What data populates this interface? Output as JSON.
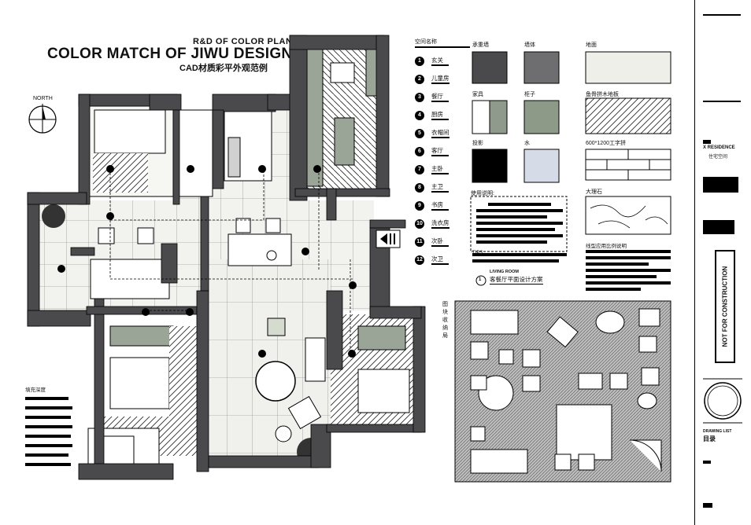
{
  "header": {
    "subtitle": "R&D OF COLOR PLAN",
    "title": "COLOR MATCH OF JIWU DESIGN",
    "subtitle_cn": "CAD材质彩平外观范例"
  },
  "north": {
    "label": "NORTH"
  },
  "room_legend": {
    "heading": "空间名称",
    "rooms": [
      {
        "num": "1",
        "name": "玄关"
      },
      {
        "num": "2",
        "name": "儿童房"
      },
      {
        "num": "3",
        "name": "餐厅"
      },
      {
        "num": "4",
        "name": "厨房"
      },
      {
        "num": "5",
        "name": "衣帽间"
      },
      {
        "num": "6",
        "name": "客厅"
      },
      {
        "num": "7",
        "name": "主卧"
      },
      {
        "num": "8",
        "name": "主卫"
      },
      {
        "num": "9",
        "name": "书房"
      },
      {
        "num": "10",
        "name": "洗衣房"
      },
      {
        "num": "11",
        "name": "次卧"
      },
      {
        "num": "12",
        "name": "次卫"
      }
    ]
  },
  "materials": {
    "load_wall": {
      "label": "承重墙",
      "color": "#4a4a4c"
    },
    "wall": {
      "label": "墙体",
      "color": "#6e6e70"
    },
    "floor": {
      "label": "地面",
      "color": "#efefea"
    },
    "furniture": {
      "label": "家具",
      "color": "#8f9a8c"
    },
    "cabinet": {
      "label": "柜子",
      "color": "#8d9a88"
    },
    "wood_floor": {
      "label": "鱼骨拼木地板"
    },
    "shadow": {
      "label": "投影",
      "color": "#000000"
    },
    "water": {
      "label": "水",
      "color": "#d6dbe8"
    },
    "tile": {
      "label": "600*1200工字拼"
    },
    "marble": {
      "label": "大理石"
    }
  },
  "notes": {
    "usage_label": "使用说明:",
    "tips_label": "TIPS",
    "project_label": "线型应用比例说明",
    "living_label": "LIVING ROOM",
    "living_cn": "客餐厅平面设计方案",
    "living_num": "1"
  },
  "fill_depth": {
    "label": "填充深度"
  },
  "panel": {
    "label": "图块收纳局"
  },
  "title_block": {
    "project_en": "X RESIDENCE",
    "project_cn": "住宅空间",
    "stamp": "NOT FOR CONSTRUCTION",
    "drawing_en": "DRAWING LIST",
    "drawing_cn": "目录"
  }
}
